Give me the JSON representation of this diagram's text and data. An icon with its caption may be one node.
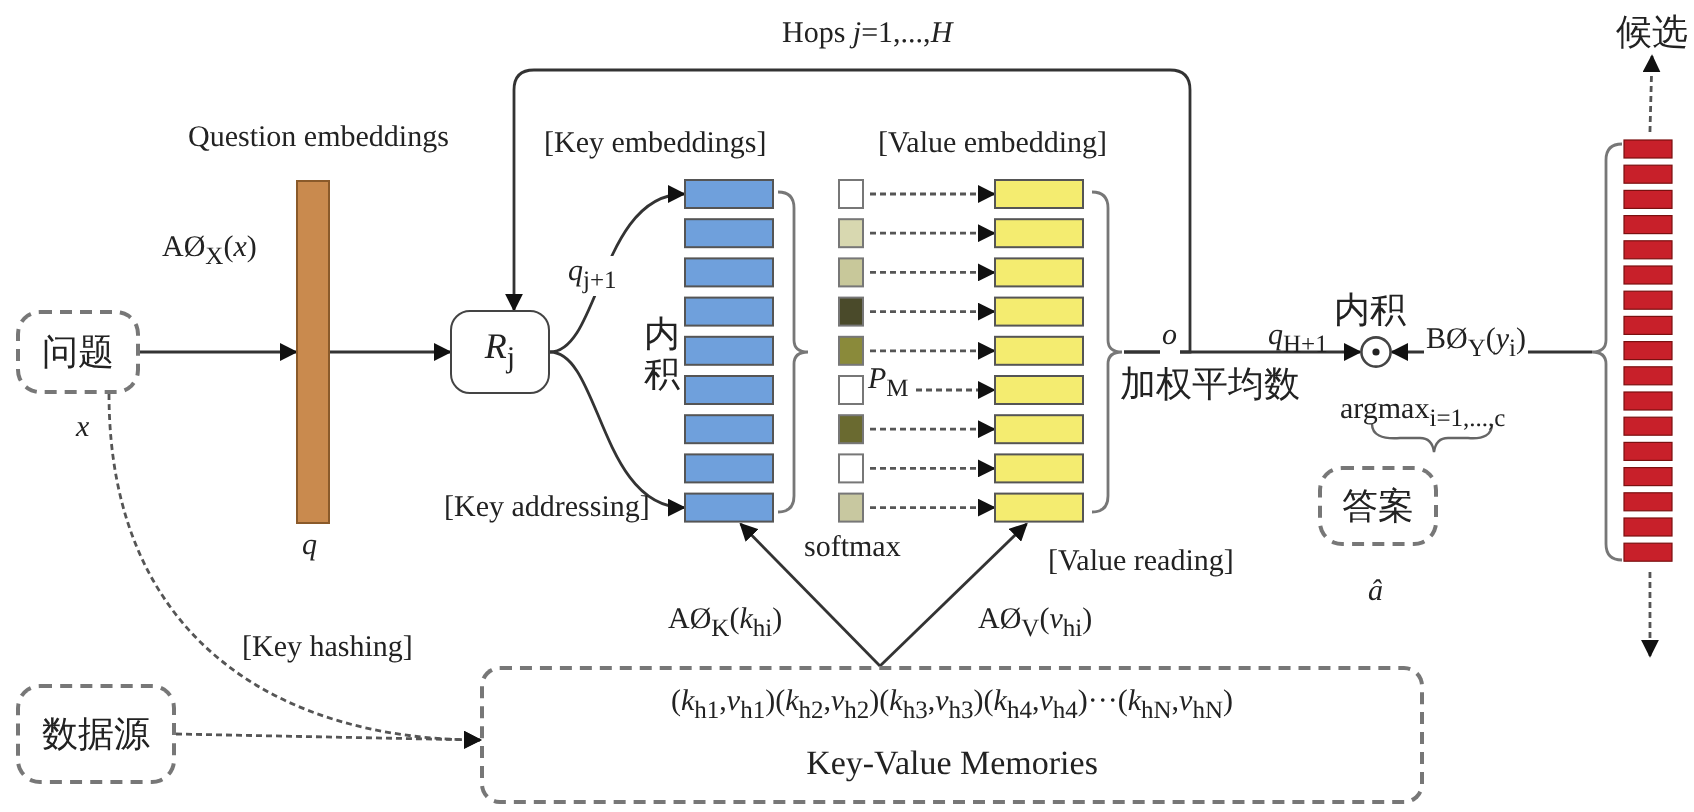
{
  "diagram": {
    "nodes": [
      {
        "text": [
          "问题"
        ],
        "beside": [
          "x"
        ]
      },
      {
        "text": [
          "Question embeddings"
        ],
        "beside": [
          "q"
        ]
      },
      {
        "text": [
          "*R*$_{j}$"
        ]
      },
      {
        "text": [
          "[Key embeddings]"
        ]
      },
      {
        "text": [],
        "shape": "bar",
        "beside": [
          "*P*$_{M}$",
          "softmax"
        ]
      },
      {
        "text": [
          "[Value embedding]"
        ]
      },
      {
        "text": [],
        "shape": "circle",
        "beside": [
          "内积"
        ]
      },
      {
        "text": [],
        "shape": "bar"
      },
      {
        "text": [
          "候选"
        ]
      },
      {
        "text": [
          "答案"
        ],
        "beside": [
          "â"
        ]
      },
      {
        "text": [
          "数据源"
        ]
      },
      {
        "text": [
          "(*k*$_{h1}$,*v*$_{h1}$)(*k*$_{h2}$,*v*$_{h2}$)(*k*$_{h3}$,*v*$_{h3}$)(*k*$_{h4}$,*v*$_{h4}$)···(*k*$_{hN}$,*v*$_{hN}$)",
          "Key-Value Memories"
        ]
      }
    ],
    "edges": [
      {
        "from": 0,
        "to": 1,
        "arrow": "to",
        "label": "AØ$_{X}$(*x*)"
      },
      {
        "from": 1,
        "to": 2,
        "arrow": "to"
      },
      {
        "from": 2,
        "to": 3,
        "arrow": "to",
        "label": "*q*$_{j+1}$"
      },
      {
        "from": 2,
        "to": 3,
        "arrow": "to"
      },
      {
        "from": 4,
        "to": 5,
        "arrow": "to",
        "style": "dashed"
      },
      {
        "from": 4,
        "to": 5,
        "arrow": "to",
        "style": "dashed"
      },
      {
        "from": 4,
        "to": 5,
        "arrow": "to",
        "style": "dashed"
      },
      {
        "from": 4,
        "to": 5,
        "arrow": "to",
        "style": "dashed"
      },
      {
        "from": 4,
        "to": 5,
        "arrow": "to",
        "style": "dashed"
      },
      {
        "from": 4,
        "to": 5,
        "arrow": "to",
        "style": "dashed"
      },
      {
        "from": 4,
        "to": 5,
        "arrow": "to",
        "style": "dashed"
      },
      {
        "from": 4,
        "to": 5,
        "arrow": "to",
        "style": "dashed"
      },
      {
        "from": 4,
        "to": 5,
        "arrow": "to",
        "style": "dashed"
      },
      {
        "from": 5,
        "to": 6,
        "arrow": "to",
        "label": "*o*"
      },
      {
        "from": 5,
        "to": 2,
        "arrow": "to",
        "label": "Hops *j*=1,...,*H*"
      },
      {
        "from": 7,
        "to": 6,
        "arrow": "to",
        "label": "BØ$_{Y}$(*y*$_{i}$)"
      },
      {
        "from": 7,
        "to": 8,
        "arrow": "to",
        "style": "dashed"
      },
      {
        "from": 7,
        "to": null,
        "arrow": "to",
        "style": "dashed"
      },
      {
        "from": 0,
        "to": 11,
        "arrow": "to",
        "style": "dashed",
        "label": "[Key hashing]"
      },
      {
        "from": 10,
        "to": 11,
        "arrow": "to",
        "style": "dashed"
      },
      {
        "from": 11,
        "to": 3,
        "arrow": "to",
        "label": "AØ$_{K}$(*k*$_{hi}$)"
      },
      {
        "from": 11,
        "to": 5,
        "arrow": "to",
        "label": "AØ$_{V}$(*v*$_{hi}$)"
      }
    ],
    "labels": [
      "内积",
      "*q*$_{H+1}$",
      "加权平均数",
      "argmax$_{i=1,...,c}$",
      "[Key addressing]",
      "[Value reading]"
    ]
  }
}
